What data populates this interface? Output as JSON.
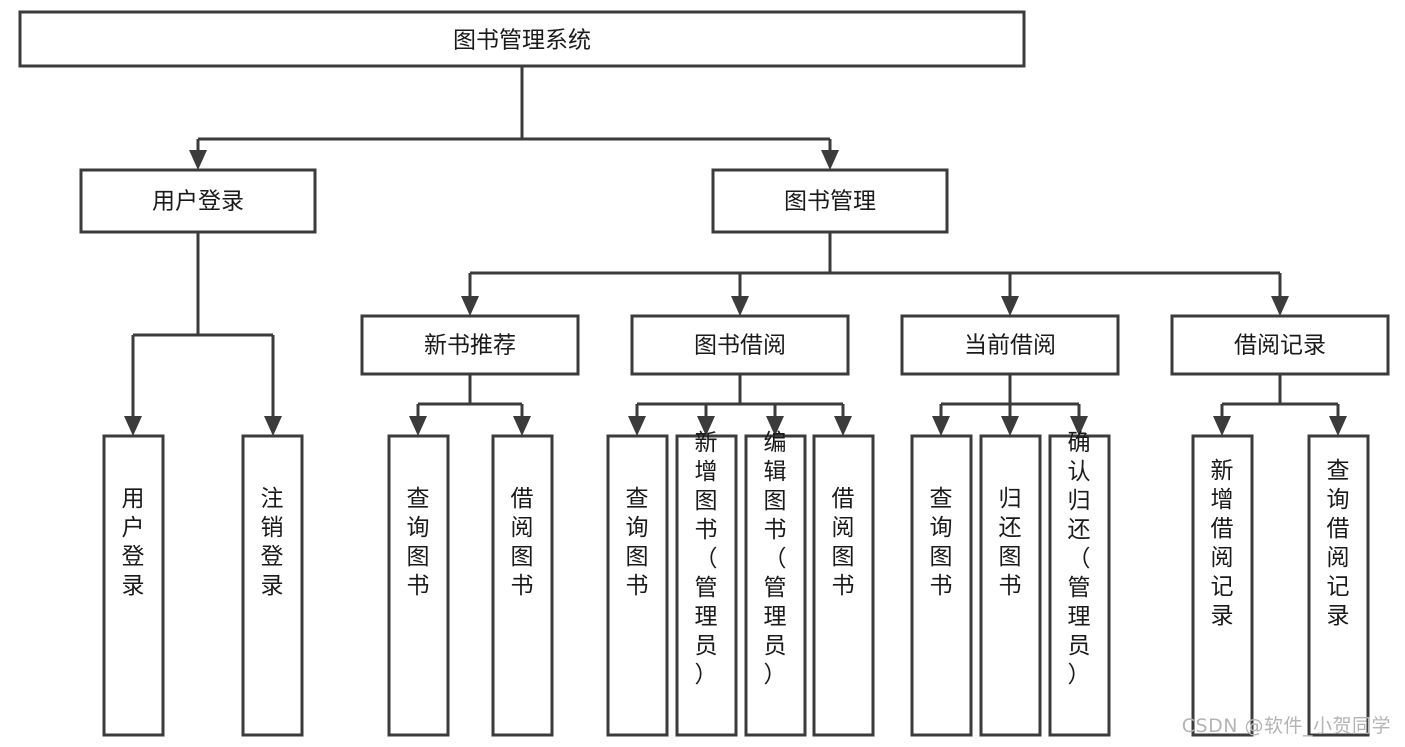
{
  "diagram": {
    "title": "图书管理系统",
    "type": "tree-hierarchy-diagram",
    "watermark": "CSDN @软件_小贺同学",
    "colors": {
      "stroke": "#3b3b3b",
      "fill": "#ffffff",
      "text": "#1a1a1a",
      "watermark": "#b4b4b4",
      "background": "#ffffff"
    },
    "levels": {
      "level1": [
        {
          "id": "root",
          "label": "图书管理系统"
        }
      ],
      "level2": [
        {
          "id": "user-login",
          "label": "用户登录"
        },
        {
          "id": "book-manage",
          "label": "图书管理"
        }
      ],
      "level3": [
        {
          "id": "new-book-recommend",
          "label": "新书推荐"
        },
        {
          "id": "book-borrow",
          "label": "图书借阅"
        },
        {
          "id": "current-borrow",
          "label": "当前借阅"
        },
        {
          "id": "borrow-record",
          "label": "借阅记录"
        }
      ],
      "level4": [
        {
          "id": "leaf-user-login",
          "label": "用户登录",
          "parent": "user-login"
        },
        {
          "id": "leaf-logout",
          "label": "注销登录",
          "parent": "user-login"
        },
        {
          "id": "leaf-query-book-1",
          "label": "查询图书",
          "parent": "new-book-recommend"
        },
        {
          "id": "leaf-borrow-book-1",
          "label": "借阅图书",
          "parent": "new-book-recommend"
        },
        {
          "id": "leaf-query-book-2",
          "label": "查询图书",
          "parent": "book-borrow"
        },
        {
          "id": "leaf-add-book",
          "label": "新增图书（管理员）",
          "parent": "book-borrow"
        },
        {
          "id": "leaf-edit-book",
          "label": "编辑图书（管理员）",
          "parent": "book-borrow"
        },
        {
          "id": "leaf-borrow-book-2",
          "label": "借阅图书",
          "parent": "book-borrow"
        },
        {
          "id": "leaf-query-book-3",
          "label": "查询图书",
          "parent": "current-borrow"
        },
        {
          "id": "leaf-return-book",
          "label": "归还图书",
          "parent": "current-borrow"
        },
        {
          "id": "leaf-confirm-return",
          "label": "确认归还（管理员）",
          "parent": "current-borrow"
        },
        {
          "id": "leaf-add-record",
          "label": "新增借阅记录",
          "parent": "borrow-record"
        },
        {
          "id": "leaf-query-record",
          "label": "查询借阅记录",
          "parent": "borrow-record"
        }
      ]
    }
  }
}
